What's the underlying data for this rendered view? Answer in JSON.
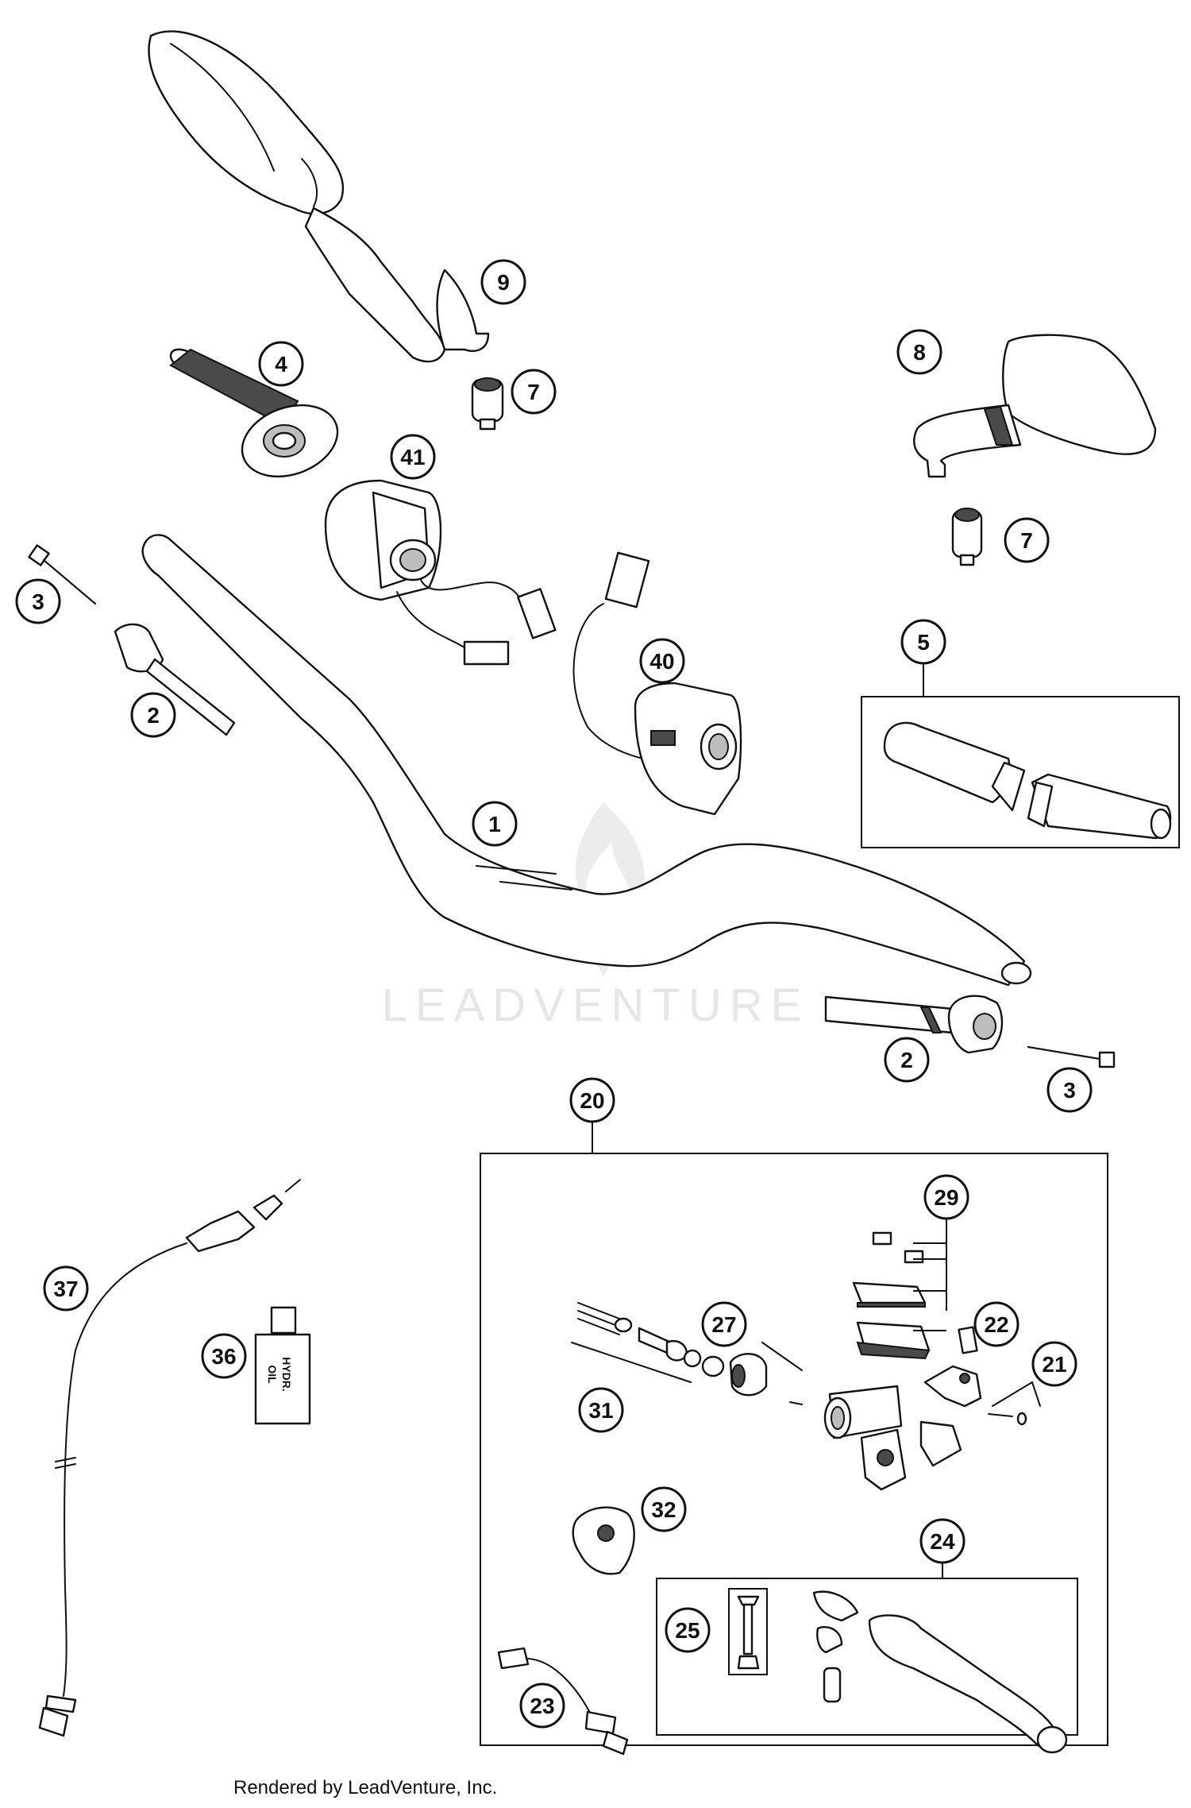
{
  "callouts": [
    "1",
    "2",
    "2",
    "3",
    "3",
    "4",
    "5",
    "7",
    "7",
    "8",
    "9",
    "20",
    "21",
    "22",
    "23",
    "24",
    "25",
    "27",
    "29",
    "31",
    "32",
    "36",
    "37",
    "40",
    "41"
  ],
  "watermark": {
    "text": "LEADVENTURE"
  },
  "bottle_label": [
    "HYDR.",
    "OIL"
  ],
  "credit": "Rendered by LeadVenture, Inc."
}
